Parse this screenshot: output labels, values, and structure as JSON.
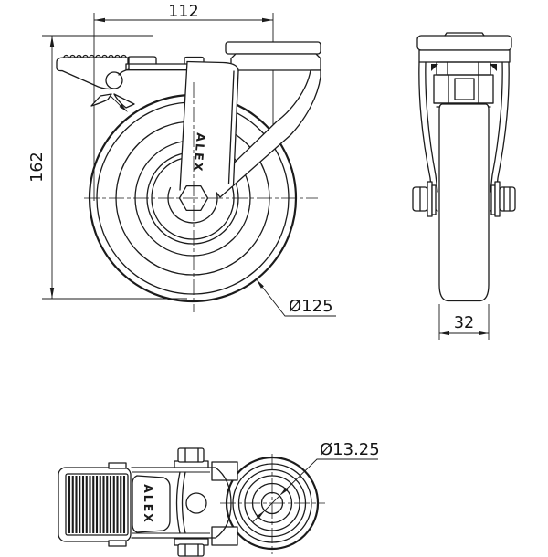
{
  "colors": {
    "background": "#ffffff",
    "line": "#1b1b1b"
  },
  "views": {
    "front": {
      "width_label": "112",
      "height_label": "162",
      "diameter_label": "Ø125",
      "brand_label": "ALEX"
    },
    "side": {
      "width_label": "32"
    },
    "bottom": {
      "diameter_label": "Ø13.25",
      "brand_label": "ALEX"
    }
  }
}
